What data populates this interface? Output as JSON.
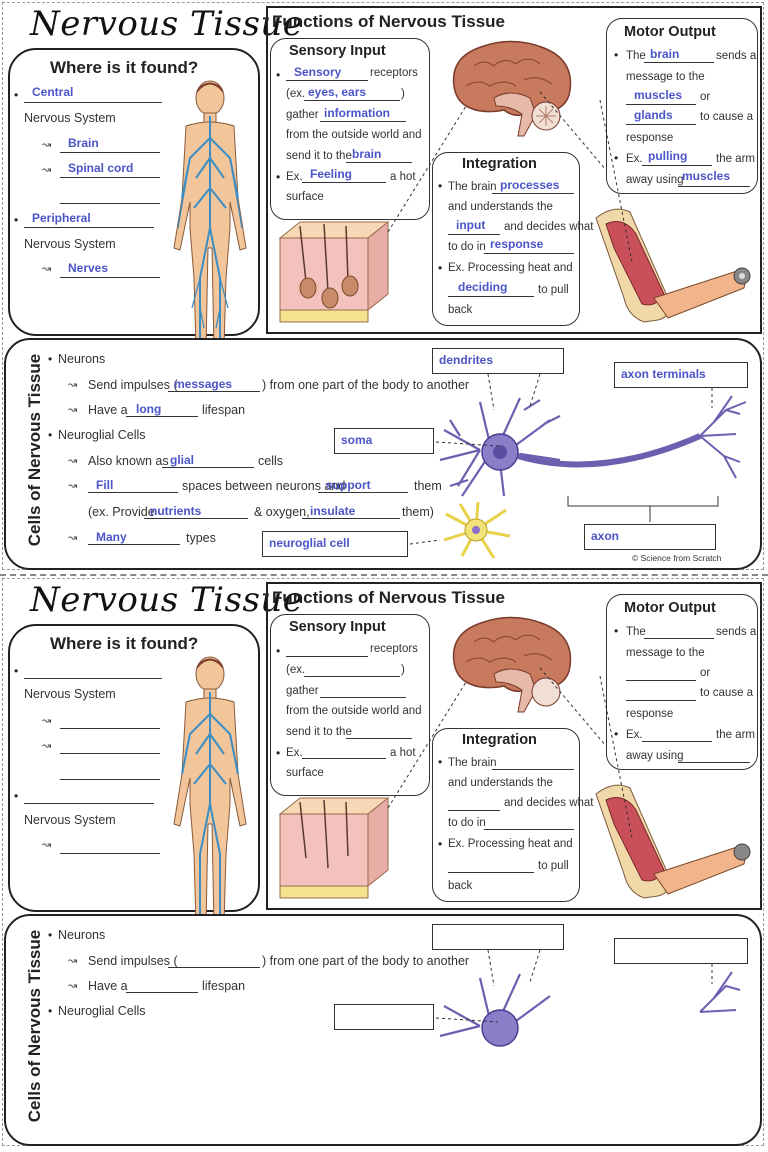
{
  "title": "Nervous Tissue",
  "where": {
    "heading": "Where is it found?",
    "central": "Central",
    "peripheral": "Peripheral",
    "nervous_system": "Nervous System",
    "central_items": [
      "Brain",
      "Spinal cord"
    ],
    "peripheral_items": [
      "Nerves"
    ]
  },
  "functions": {
    "heading": "Functions of Nervous Tissue",
    "sensory": {
      "heading": "Sensory Input",
      "receptors": "receptors",
      "ex_prefix": "(ex.",
      "ex_suffix": ")",
      "gather": "gather",
      "from_world": "from the outside world and",
      "send_to": "send it to the",
      "ex": "Ex.",
      "hot_surface_1": "a hot",
      "hot_surface_2": "surface",
      "answers": {
        "type": "Sensory",
        "example": "eyes, ears",
        "what": "information",
        "to": "brain",
        "feeling": "Feeling"
      }
    },
    "motor": {
      "heading": "Motor Output",
      "the": "The",
      "sends_a": "sends a",
      "message_to": "message to the",
      "or": "or",
      "to_cause": "to cause a",
      "response": "response",
      "ex": "Ex.",
      "the_arm": "the arm",
      "away_using": "away using",
      "answers": {
        "who": "brain",
        "a": "muscles",
        "b": "glands",
        "action": "pulling",
        "using": "muscles"
      }
    },
    "integration": {
      "heading": "Integration",
      "the_brain": "The brain",
      "understands": "and understands the",
      "decides": "and decides what",
      "to_do_in": "to do in",
      "ex_heat": "Ex. Processing heat and",
      "to_pull": "to pull",
      "back": "back",
      "answers": {
        "processes": "processes",
        "input": "input",
        "response": "response",
        "deciding": "deciding"
      }
    }
  },
  "cells": {
    "side_heading": "Cells of Nervous Tissue",
    "neurons": "Neurons",
    "send_impulses": "Send impulses (",
    "from_part": ") from one part of the body to another",
    "have_a": "Have a",
    "lifespan": "lifespan",
    "neuroglial": "Neuroglial Cells",
    "known_as": "Also known as",
    "cells_word": "cells",
    "spaces_between": "spaces between neurons and",
    "them": "them",
    "ex_provide": "(ex. Provide",
    "oxygen": "& oxygen,",
    "them_close": "them)",
    "types": "types",
    "answers": {
      "messages": "messages",
      "long": "long",
      "glial": "glial",
      "fill": "Fill",
      "support": "support",
      "nutrients": "nutrients",
      "insulate": "insulate",
      "many": "Many"
    },
    "labels": {
      "dendrites": "dendrites",
      "axon_terminals": "axon terminals",
      "soma": "soma",
      "axon": "axon",
      "neuroglial_cell": "neuroglial cell"
    }
  },
  "credit": "© Science from Scratch",
  "colors": {
    "answer": "#4a55c8",
    "nerve": "#3b8ec4",
    "skin": "#f2c59a",
    "brain": "#c77a5e",
    "neuron": "#6b5fb0",
    "glial": "#e8d24a"
  }
}
